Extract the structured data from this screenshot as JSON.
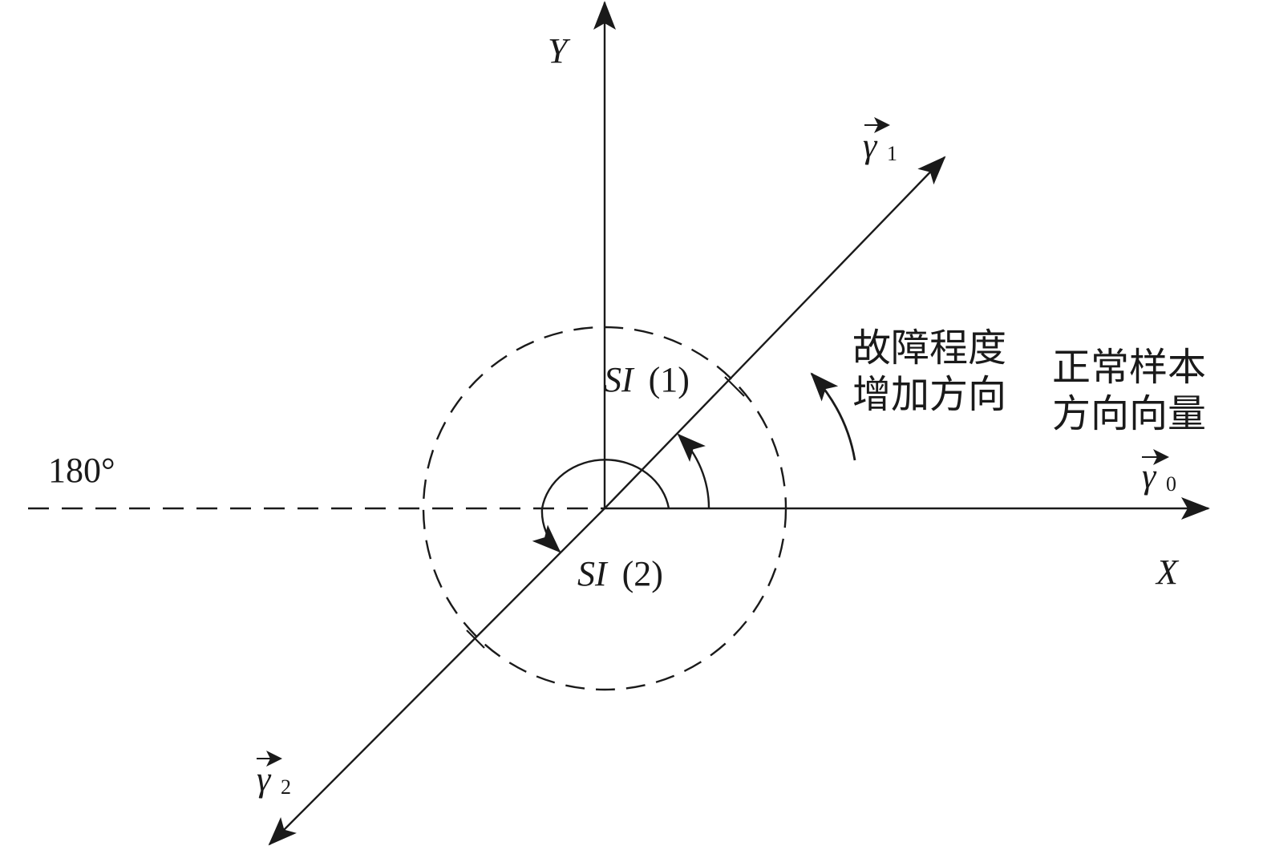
{
  "axes": {
    "x_label": "X",
    "y_label": "Y",
    "angle_180_label": "180°"
  },
  "vectors": {
    "gamma0": {
      "symbol": "γ",
      "subscript": "0"
    },
    "gamma1": {
      "symbol": "γ",
      "subscript": "1"
    },
    "gamma2": {
      "symbol": "γ",
      "subscript": "2"
    }
  },
  "regions": {
    "si1": {
      "name": "SI",
      "index": "(1)"
    },
    "si2": {
      "name": "SI",
      "index": "(2)"
    }
  },
  "annotations": {
    "fault_direction_line1": "故障程度",
    "fault_direction_line2": "增加方向",
    "normal_vector_line1": "正常样本",
    "normal_vector_line2": "方向向量"
  },
  "colors": {
    "ink": "#1a1a1a",
    "background": "#ffffff"
  }
}
